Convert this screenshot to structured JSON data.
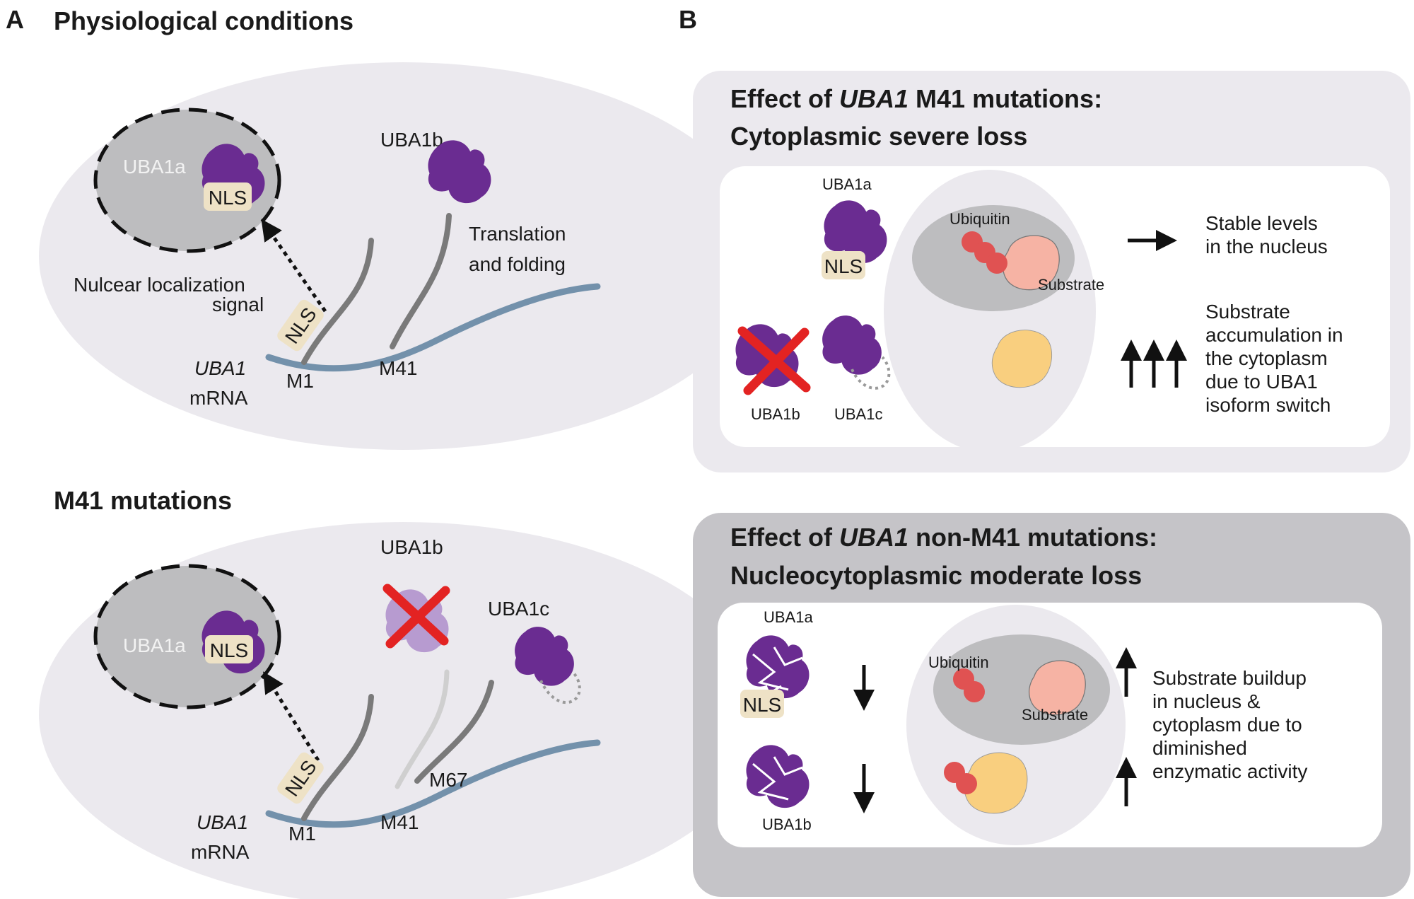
{
  "panel_a": {
    "letter": "A",
    "top": {
      "title": "Physiological conditions",
      "uba1a": "UBA1a",
      "nls_on_protein": "NLS",
      "uba1b": "UBA1b",
      "translation_1": "Translation",
      "translation_2": "and folding",
      "nls_signal_1": "Nulcear localization",
      "nls_signal_2": "signal",
      "nls_on_strand": "NLS",
      "gene": "UBA1",
      "mrna": "mRNA",
      "m1": "M1",
      "m41": "M41"
    },
    "bottom": {
      "title": "M41 mutations",
      "uba1a": "UBA1a",
      "nls_on_protein": "NLS",
      "uba1b": "UBA1b",
      "uba1c": "UBA1c",
      "nls_on_strand": "NLS",
      "gene": "UBA1",
      "mrna": "mRNA",
      "m1": "M1",
      "m41": "M41",
      "m67": "M67"
    }
  },
  "panel_b": {
    "letter": "B",
    "top": {
      "title_prefix": "Effect of ",
      "title_gene": "UBA1",
      "title_suffix": " M41 mutations:",
      "subtitle": "Cytoplasmic severe loss",
      "uba1a": "UBA1a",
      "nls": "NLS",
      "uba1b": "UBA1b",
      "uba1c": "UBA1c",
      "ubiquitin": "Ubiquitin",
      "substrate": "Substrate",
      "effect_1": [
        "Stable levels",
        "in the nucleus"
      ],
      "effect_2": [
        "Substrate",
        "accumulation in",
        "the cytoplasm",
        "due to UBA1",
        "isoform switch"
      ]
    },
    "bottom": {
      "title_prefix": "Effect of ",
      "title_gene": "UBA1",
      "title_suffix": " non-M41 mutations:",
      "subtitle": "Nucleocytoplasmic moderate loss",
      "uba1a": "UBA1a",
      "nls": "NLS",
      "uba1b": "UBA1b",
      "ubiquitin": "Ubiquitin",
      "substrate": "Substrate",
      "effect": [
        "Substrate buildup",
        "in nucleus &",
        "cytoplasm due to",
        "diminished",
        "enzymatic activity"
      ]
    }
  },
  "colors": {
    "protein": "#6a2c91",
    "protein_faded": "#b79bd0",
    "cell": "#ebe9ee",
    "nucleus": "#bdbdbf",
    "mrna": "#7391ab",
    "strand": "#7a7a7a",
    "nls_tag": "#eee2c6",
    "cross": "#e32322",
    "ubiquitin": "#e05252",
    "substrate_nuclear": "#f6b3a4",
    "substrate_cyto": "#f9cf7f",
    "box_light": "#ebe9ee",
    "box_dark": "#c5c4c8"
  }
}
